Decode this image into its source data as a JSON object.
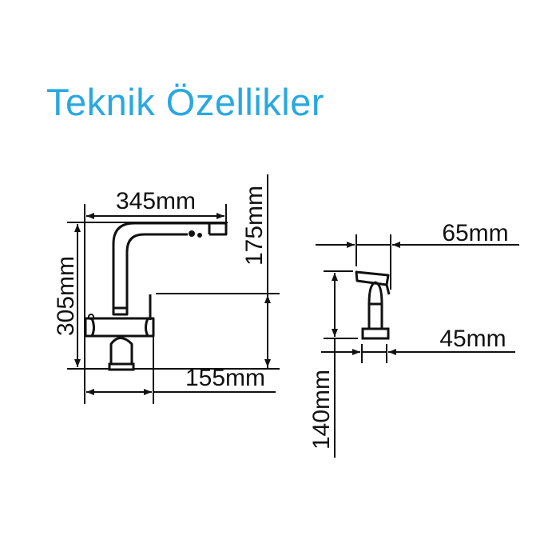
{
  "title": "Teknik Özellikler",
  "accent_color": "#29a8e0",
  "faucet": {
    "width_label": "345mm",
    "height_label": "305mm",
    "spout_height_label": "175mm",
    "base_offset_label": "155mm"
  },
  "sprayer": {
    "head_width_label": "65mm",
    "base_width_label": "45mm",
    "height_label": "140mm"
  }
}
